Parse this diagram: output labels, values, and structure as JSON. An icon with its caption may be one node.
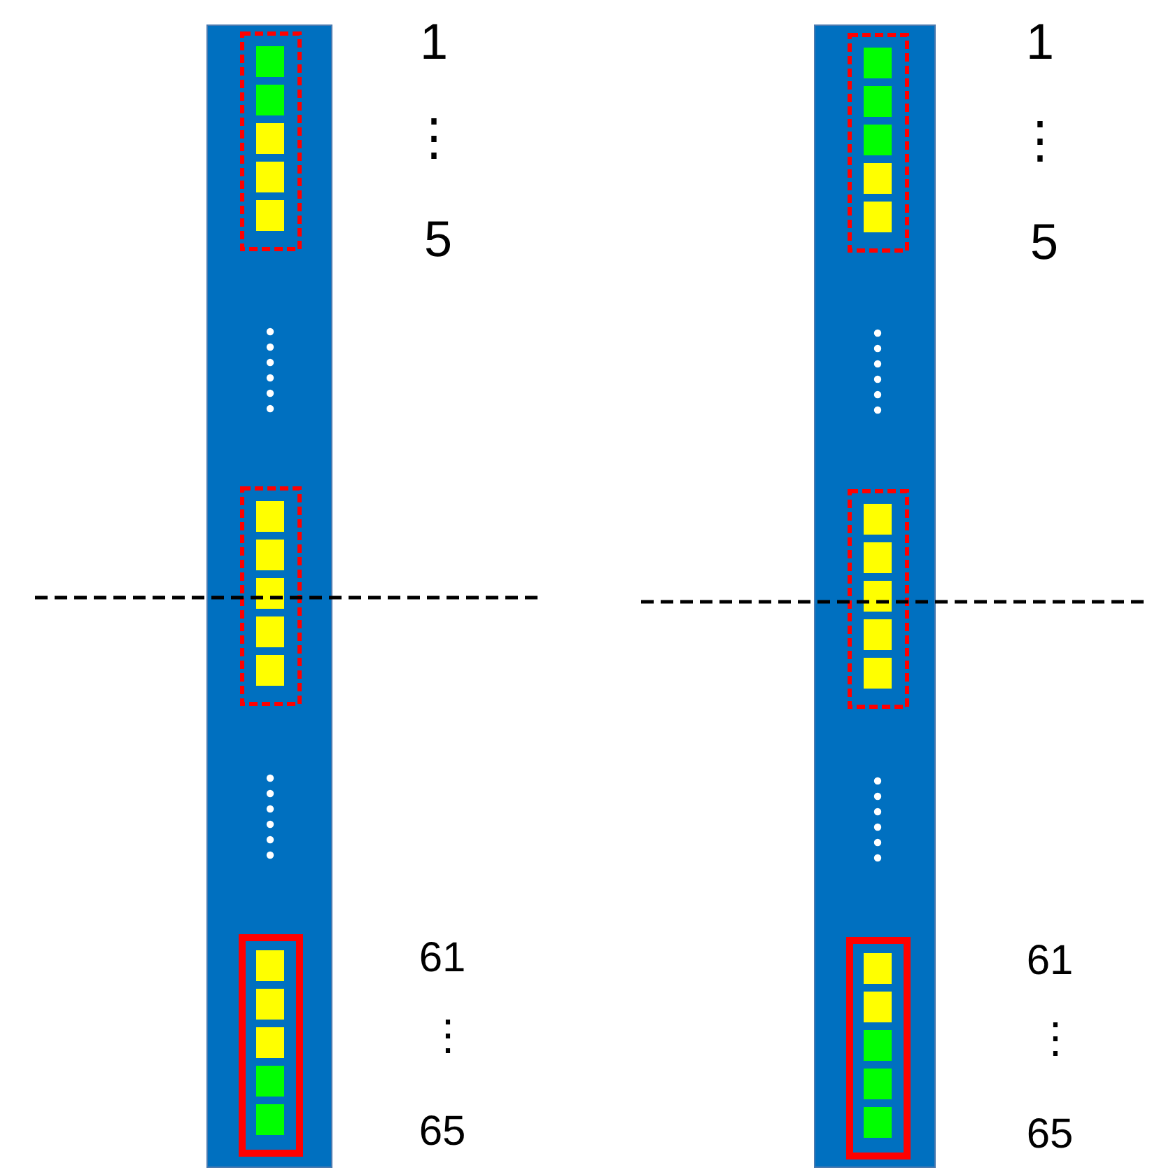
{
  "diagram": {
    "labels": [
      "1",
      "1",
      "⋮",
      "⋮",
      "5",
      "5",
      "61",
      "61",
      "⋮",
      "⋮",
      "65",
      "65"
    ]
  }
}
